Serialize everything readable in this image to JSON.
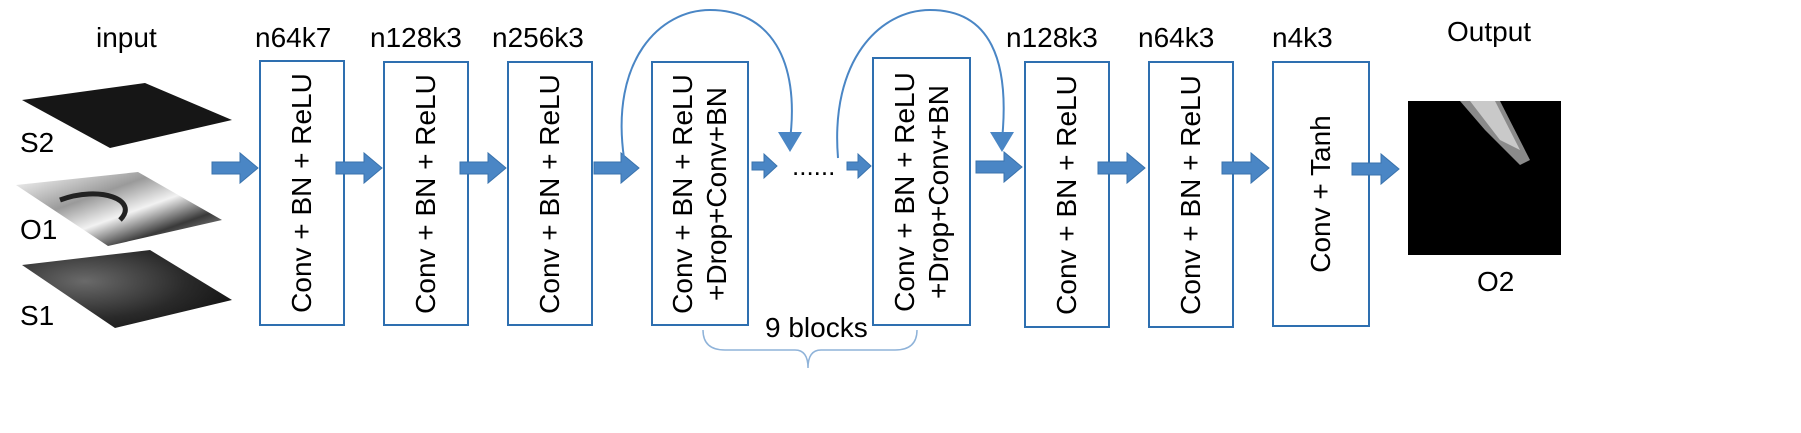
{
  "input": {
    "title": "input",
    "layers": [
      {
        "label": "S2",
        "icon": "dark-terrain-map-icon"
      },
      {
        "label": "O1",
        "icon": "optical-river-image-icon"
      },
      {
        "label": "S1",
        "icon": "sar-speckle-image-icon"
      }
    ]
  },
  "blocks": [
    {
      "top": "n64k7",
      "lines": [
        "Conv + BN + ReLU"
      ]
    },
    {
      "top": "n128k3",
      "lines": [
        "Conv + BN + ReLU"
      ]
    },
    {
      "top": "n256k3",
      "lines": [
        "Conv + BN + ReLU"
      ]
    },
    {
      "top": "",
      "lines": [
        "Conv + BN + ReLU",
        "+Drop+Conv+BN"
      ]
    },
    {
      "top": "",
      "lines": [
        "Conv + BN + ReLU",
        "+Drop+Conv+BN"
      ]
    },
    {
      "top": "n128k3",
      "lines": [
        "Conv + BN + ReLU"
      ]
    },
    {
      "top": "n64k3",
      "lines": [
        "Conv + BN + ReLU"
      ]
    },
    {
      "top": "n4k3",
      "lines": [
        "Conv + Tanh"
      ]
    }
  ],
  "ellipsis": "......",
  "residual_label": "9 blocks",
  "output": {
    "title": "Output",
    "label": "O2",
    "icon": "output-mask-icon"
  },
  "colors": {
    "arrow": "#4a86c5",
    "border": "#2e6fb0"
  }
}
